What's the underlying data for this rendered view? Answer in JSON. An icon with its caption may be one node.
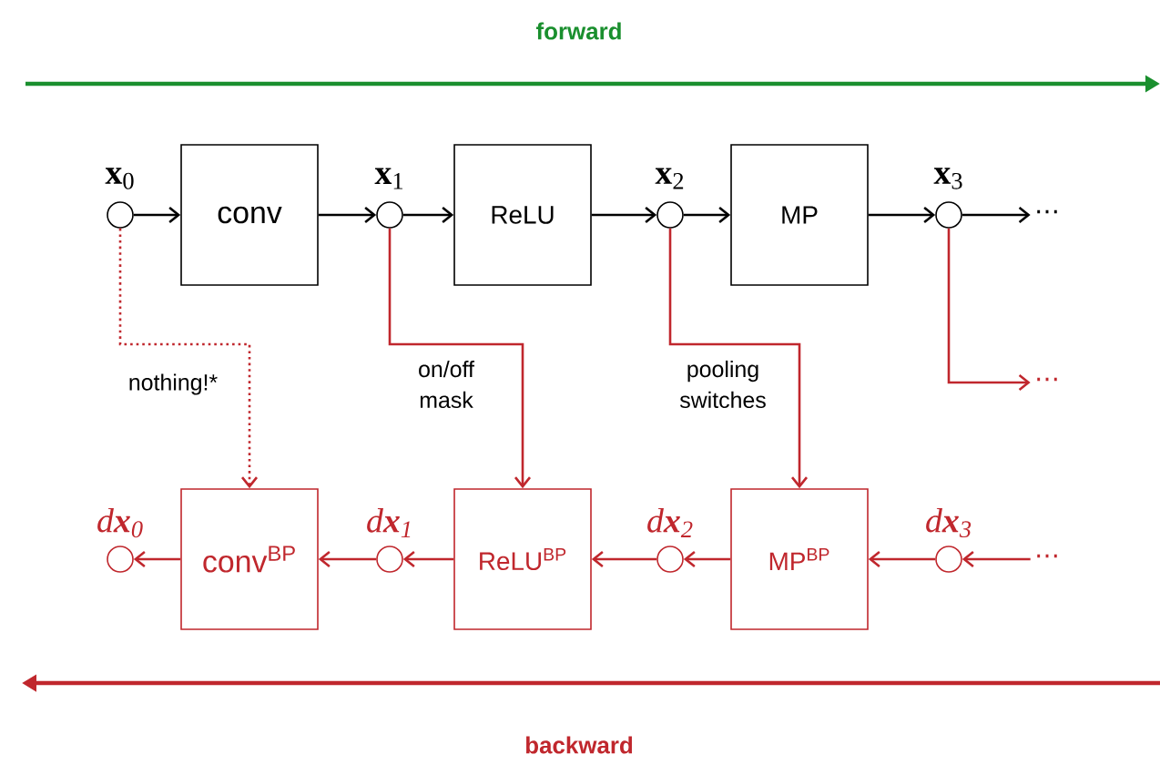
{
  "diagram": {
    "nodes": [
      {
        "text": [],
        "shape": "circle",
        "beside": [
          "**x**$_{0}$"
        ]
      },
      {
        "text": [
          "conv"
        ]
      },
      {
        "text": [],
        "shape": "circle",
        "beside": [
          "**x**$_{1}$"
        ]
      },
      {
        "text": [
          "ReLU"
        ]
      },
      {
        "text": [],
        "shape": "circle",
        "beside": [
          "**x**$_{2}$"
        ]
      },
      {
        "text": [
          "MP"
        ]
      },
      {
        "text": [],
        "shape": "circle",
        "beside": [
          "**x**$_{3}$"
        ]
      },
      {
        "text": [
          "⋯"
        ]
      },
      {
        "text": [
          "⋯"
        ]
      },
      {
        "text": [],
        "shape": "circle",
        "beside": [
          "d**x**$_{0}$"
        ]
      },
      {
        "text": [
          "conv$^{BP}$"
        ]
      },
      {
        "text": [],
        "shape": "circle",
        "beside": [
          "d**x**$_{1}$"
        ]
      },
      {
        "text": [
          "ReLU$^{BP}$"
        ]
      },
      {
        "text": [],
        "shape": "circle",
        "beside": [
          "d**x**$_{2}$"
        ]
      },
      {
        "text": [
          "MP$^{BP}$"
        ]
      },
      {
        "text": [],
        "shape": "circle",
        "beside": [
          "d**x**$_{3}$"
        ]
      },
      {
        "text": [
          "⋯"
        ]
      }
    ],
    "edges": [
      {
        "from": 0,
        "to": 1,
        "arrow": "to",
        "color": "#000000"
      },
      {
        "from": 1,
        "to": 2,
        "arrow": "to",
        "color": "#000000"
      },
      {
        "from": 2,
        "to": 3,
        "arrow": "to",
        "color": "#000000"
      },
      {
        "from": 3,
        "to": 4,
        "arrow": "to",
        "color": "#000000"
      },
      {
        "from": 4,
        "to": 5,
        "arrow": "to",
        "color": "#000000"
      },
      {
        "from": 5,
        "to": 6,
        "arrow": "to",
        "color": "#000000"
      },
      {
        "from": 6,
        "to": 7,
        "arrow": "to",
        "color": "#000000"
      },
      {
        "from": 0,
        "to": 10,
        "arrow": "to",
        "label": "nothing!*",
        "style": "dashed",
        "color": "#c0272d"
      },
      {
        "from": 2,
        "to": 12,
        "arrow": "to",
        "label": "on/off mask",
        "color": "#c0272d"
      },
      {
        "from": 4,
        "to": 14,
        "arrow": "to",
        "label": "pooling switches",
        "color": "#c0272d"
      },
      {
        "from": 6,
        "to": 8,
        "arrow": "to",
        "color": "#c0272d"
      },
      {
        "from": 16,
        "to": 15,
        "arrow": "to",
        "color": "#c0272d"
      },
      {
        "from": 15,
        "to": 14,
        "arrow": "to",
        "color": "#c0272d"
      },
      {
        "from": 14,
        "to": 13,
        "arrow": "to",
        "color": "#c0272d"
      },
      {
        "from": 13,
        "to": 12,
        "arrow": "to",
        "color": "#c0272d"
      },
      {
        "from": 12,
        "to": 11,
        "arrow": "to",
        "color": "#c0272d"
      },
      {
        "from": 11,
        "to": 10,
        "arrow": "to",
        "color": "#c0272d"
      },
      {
        "from": 10,
        "to": 9,
        "arrow": "to",
        "color": "#c0272d"
      }
    ],
    "labels": [
      "forward",
      "backward"
    ]
  }
}
